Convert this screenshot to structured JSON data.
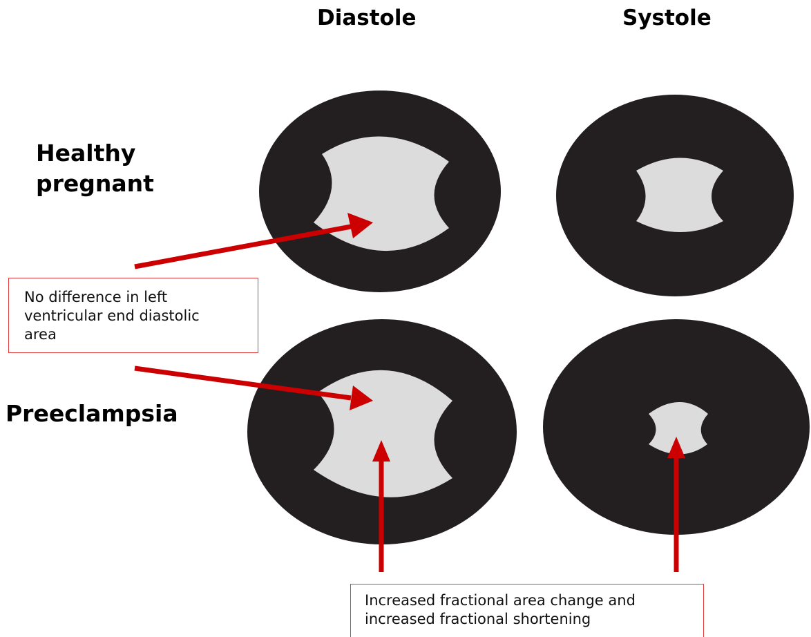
{
  "columns": {
    "diastole": "Diastole",
    "systole": "Systole"
  },
  "rows": {
    "healthy_line1": "Healthy",
    "healthy_line2": "pregnant",
    "preeclampsia": "Preeclampsia"
  },
  "notes": {
    "left": {
      "line1": "No difference in left",
      "line2": "ventricular end diastolic",
      "line3": "area"
    },
    "bottom": {
      "line1": "Increased fractional area change and",
      "line2": "increased fractional shortening"
    }
  },
  "colors": {
    "ventricle_wall": "#231f20",
    "cavity": "#dcdcdc",
    "arrow": "#cc0000",
    "note_border": "#e03a3a"
  }
}
